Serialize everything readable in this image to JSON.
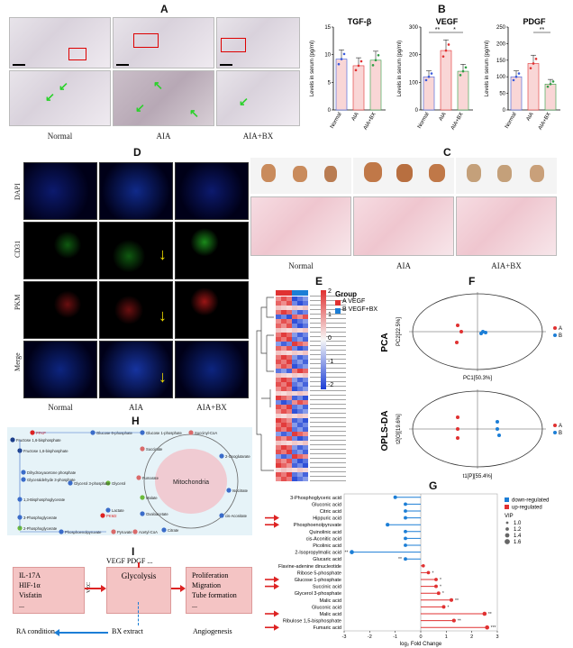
{
  "panels": {
    "A": {
      "label": "A",
      "groups": [
        "Normal",
        "AIA",
        "AIA+BX"
      ]
    },
    "B": {
      "label": "B"
    },
    "C": {
      "label": "C",
      "groups": [
        "Normal",
        "AIA",
        "AIA+BX"
      ]
    },
    "D": {
      "label": "D",
      "rows": [
        "DAPI",
        "CD31",
        "PKM",
        "Merge"
      ],
      "groups": [
        "Normal",
        "AIA",
        "AIA+BX"
      ]
    },
    "E": {
      "label": "E",
      "legend_title": "Group",
      "legend_items": [
        "A  VEGF",
        "B  VEGF+BX"
      ],
      "scale": [
        "2",
        "1",
        "0",
        "-1",
        "-2"
      ]
    },
    "F": {
      "label": "F",
      "pca_label": "PCA",
      "opls_label": "OPLS-DA",
      "pca_x": "PC1[50.3%]",
      "pca_y": "PC2[22.5%]",
      "opls_x": "t1[P][55.4%]",
      "opls_y": "t2[O][19.6%]",
      "legend": [
        "A",
        "B"
      ]
    },
    "G": {
      "label": "G",
      "xlabel": "log₂ Fold Change",
      "legend": [
        "down-regulated",
        "up-regulated"
      ],
      "vip_title": "VIP",
      "vip_values": [
        "1.0",
        "1.2",
        "1.4",
        "1.6"
      ]
    },
    "H": {
      "label": "H",
      "mito_label": "Mitochondria",
      "nodes": [
        "Fructose 1,6-bisphosphate",
        "Glucose 6-phosphate",
        "Glucose 1-phosphate",
        "PFKP",
        "Fructose 1,6-bisphosphate",
        "Dihydroxyacetone phosphate",
        "Glyceraldehyde 3-phosphate",
        "1,3-Bisphosphoglycerate",
        "3-Phosphoglycerate",
        "2-Phosphoglycerate",
        "Phosphoenolpyruvate",
        "PKM2",
        "Pyruvate",
        "Acetyl-CoA",
        "Glycerol",
        "Lactate",
        "Citrate",
        "cis-Aconitate",
        "Isocitrate",
        "2-Oxoglutarate",
        "Succinyl-CoA",
        "Succinate",
        "Fumarate",
        "Malate",
        "Oxaloacetate",
        "Glycerol 3-phosphate"
      ]
    },
    "I": {
      "label": "I",
      "left_box": [
        "IL-17A",
        "HIF-1α",
        "Visfatin",
        "..."
      ],
      "vec": "VEC",
      "center_box": "Glycolysis",
      "top_text": "VEGF PDGF ...",
      "right_box": [
        "Proliferation",
        "Migration",
        "Tube formation",
        "..."
      ],
      "bottom_left": "RA condition",
      "bottom_mid": "BX extract",
      "bottom_right": "Angiogenesis"
    }
  },
  "chart_data": [
    {
      "type": "bar",
      "title": "TGF-β",
      "categories": [
        "Normal",
        "AIA",
        "AIA+BX"
      ],
      "values": [
        9.2,
        8.0,
        9.0
      ],
      "ylabel": "Levels in serum (pg/ml)",
      "ylim": [
        0,
        15
      ],
      "yticks": [
        0,
        5,
        10,
        15
      ],
      "colors": [
        "#3b5bdb",
        "#e03131",
        "#2f9e44"
      ]
    },
    {
      "type": "bar",
      "title": "VEGF",
      "categories": [
        "Normal",
        "AIA",
        "AIA+BX"
      ],
      "values": [
        120,
        215,
        140
      ],
      "ylabel": "Levels in serum (pg/ml)",
      "ylim": [
        0,
        300
      ],
      "yticks": [
        0,
        100,
        200,
        300
      ],
      "significance": [
        {
          "from": 0,
          "to": 1,
          "label": "**"
        },
        {
          "from": 1,
          "to": 2,
          "label": "*"
        }
      ]
    },
    {
      "type": "bar",
      "title": "PDGF",
      "categories": [
        "Normal",
        "AIA",
        "AIA+BX"
      ],
      "values": [
        100,
        140,
        78
      ],
      "ylabel": "Levels in serum (pg/ml)",
      "ylim": [
        0,
        250
      ],
      "yticks": [
        0,
        50,
        100,
        150,
        200,
        250
      ],
      "significance": [
        {
          "from": 1,
          "to": 2,
          "label": "**"
        }
      ]
    },
    {
      "type": "lollipop",
      "title": "",
      "categories": [
        "3-Phosphoglyceric acid",
        "Gluconic acid",
        "Citric acid",
        "Hippuric acid",
        "Phosphoenolpyruvate",
        "Quinolinic acid",
        "cis-Aconitic acid",
        "Picolinic acid",
        "2-Isopropylmalic acid",
        "Glucaric acid",
        "Flavine-adenine dinucleotide",
        "Ribose 5-phosphate",
        "Glucose 1-phosphate",
        "Succinic acid",
        "Glycerol 3-phosphate",
        "Malic acid",
        "Gluconic acid",
        "Malic acid",
        "Ribulose 1,5-bisphosphate",
        "Fumaric acid"
      ],
      "values": [
        -1.0,
        -0.6,
        -0.6,
        -0.6,
        -1.3,
        -0.6,
        -0.6,
        -0.6,
        -2.7,
        -0.6,
        0.1,
        0.3,
        0.6,
        0.6,
        0.7,
        1.2,
        0.9,
        2.5,
        1.3,
        2.6
      ],
      "labels": [
        "",
        "",
        "",
        "",
        "",
        "",
        "",
        "",
        "**",
        "**",
        "",
        "*",
        "*",
        "*",
        "*",
        "**",
        "*",
        "**",
        "**",
        "***"
      ],
      "xlabel": "log₂ Fold Change",
      "xlim": [
        -3,
        3
      ],
      "xticks": [
        -3,
        -2,
        -1,
        0,
        1,
        2,
        3
      ]
    }
  ]
}
